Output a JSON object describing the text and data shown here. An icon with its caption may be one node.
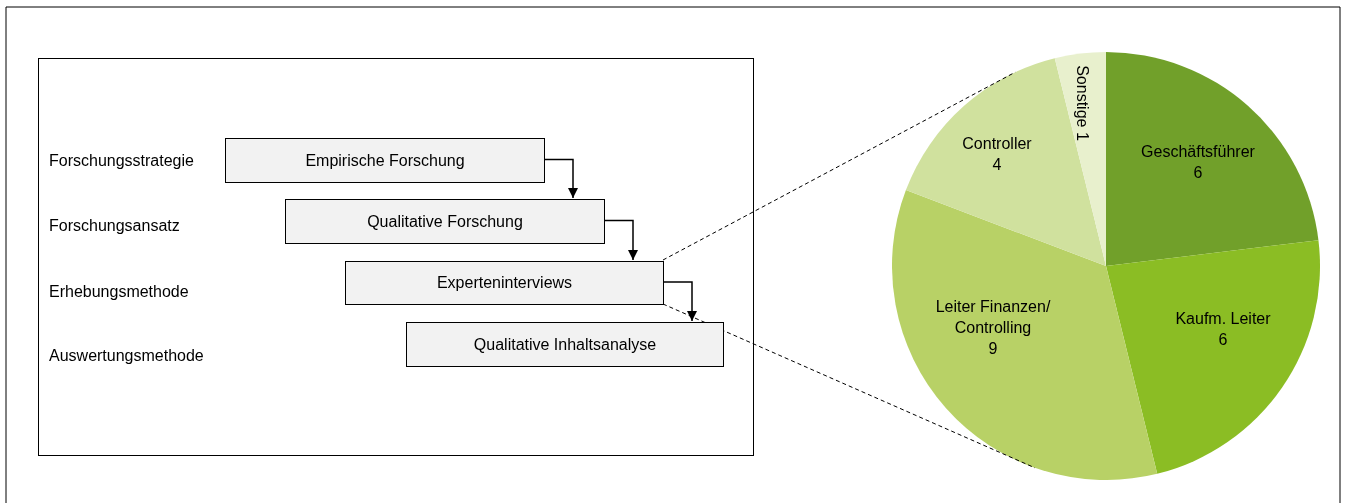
{
  "diagram": {
    "nodes": [
      {
        "text": [],
        "shape": "box"
      },
      {
        "text": [
          "Empirische Forschung"
        ],
        "in": 0
      },
      {
        "text": [
          "Qualitative Forschung"
        ],
        "in": 0
      },
      {
        "text": [
          "Experteninterviews"
        ],
        "in": 0
      },
      {
        "text": [
          "Qualitative Inhaltsanalyse"
        ],
        "in": 0
      },
      {
        "text": [],
        "shape": "circle"
      }
    ],
    "edges": [
      {
        "from": 1,
        "to": 2,
        "arrow": "to"
      },
      {
        "from": 2,
        "to": 3,
        "arrow": "to"
      },
      {
        "from": 3,
        "to": 4,
        "arrow": "to"
      },
      {
        "from": 3,
        "to": 5,
        "arrow": "none",
        "style": "dashed"
      },
      {
        "from": 3,
        "to": 5,
        "arrow": "none",
        "style": "dashed"
      }
    ],
    "labels": [
      "Forschungsstrategie",
      "Forschungsansatz",
      "Erhebungsmethode",
      "Auswertungsmethode"
    ],
    "chart_data": {
      "type": "pie",
      "categories": [
        "Geschäftsführer",
        "Kaufm. Leiter",
        "Leiter Finanzen/ Controlling",
        "Controller",
        "Sonstige"
      ],
      "values": [
        6,
        6,
        9,
        4,
        1
      ],
      "data_labels": true
    }
  }
}
